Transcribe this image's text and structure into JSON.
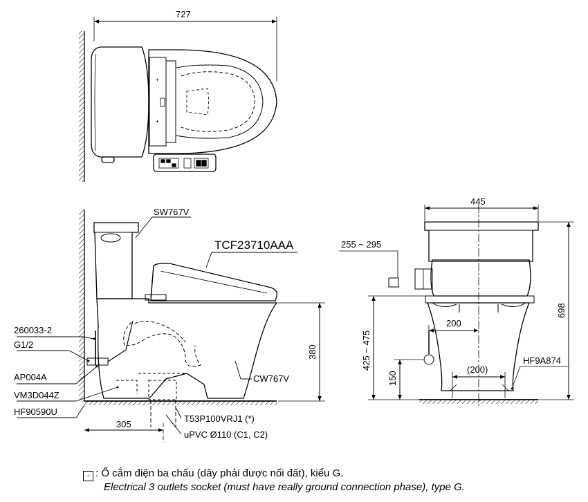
{
  "top_view": {
    "width_dim": "727"
  },
  "side_view": {
    "tank_label": "SW767V",
    "seat_label": "TCF23710AAA",
    "bowl_label": "CW767V",
    "part_260033": "260033-2",
    "part_g12": "G1/2",
    "part_ap004a": "AP004A",
    "part_vm3d044z": "VM3D044Z",
    "part_hf90590u": "HF90590U",
    "part_t53": "T53P100VRJ1 (*)",
    "part_upvc": "uPVC Ø110 (C1, C2)",
    "dim_380": "380",
    "dim_305": "305"
  },
  "front_view": {
    "dim_445": "445",
    "dim_255_295": "255 ~ 295",
    "dim_200_upper": "200",
    "dim_425_475": "425 ~ 475",
    "dim_150": "150",
    "dim_200_lower": "(200)",
    "dim_698": "698",
    "part_hf9a874": "HF9A874"
  },
  "note": {
    "socket_symbol": "⁘",
    "vi": ": Ổ cắm điện ba chấu (dây phải được nối đất), kiểu G.",
    "en": "Electrical 3 outlets socket (must have really ground connection phase), type G."
  }
}
